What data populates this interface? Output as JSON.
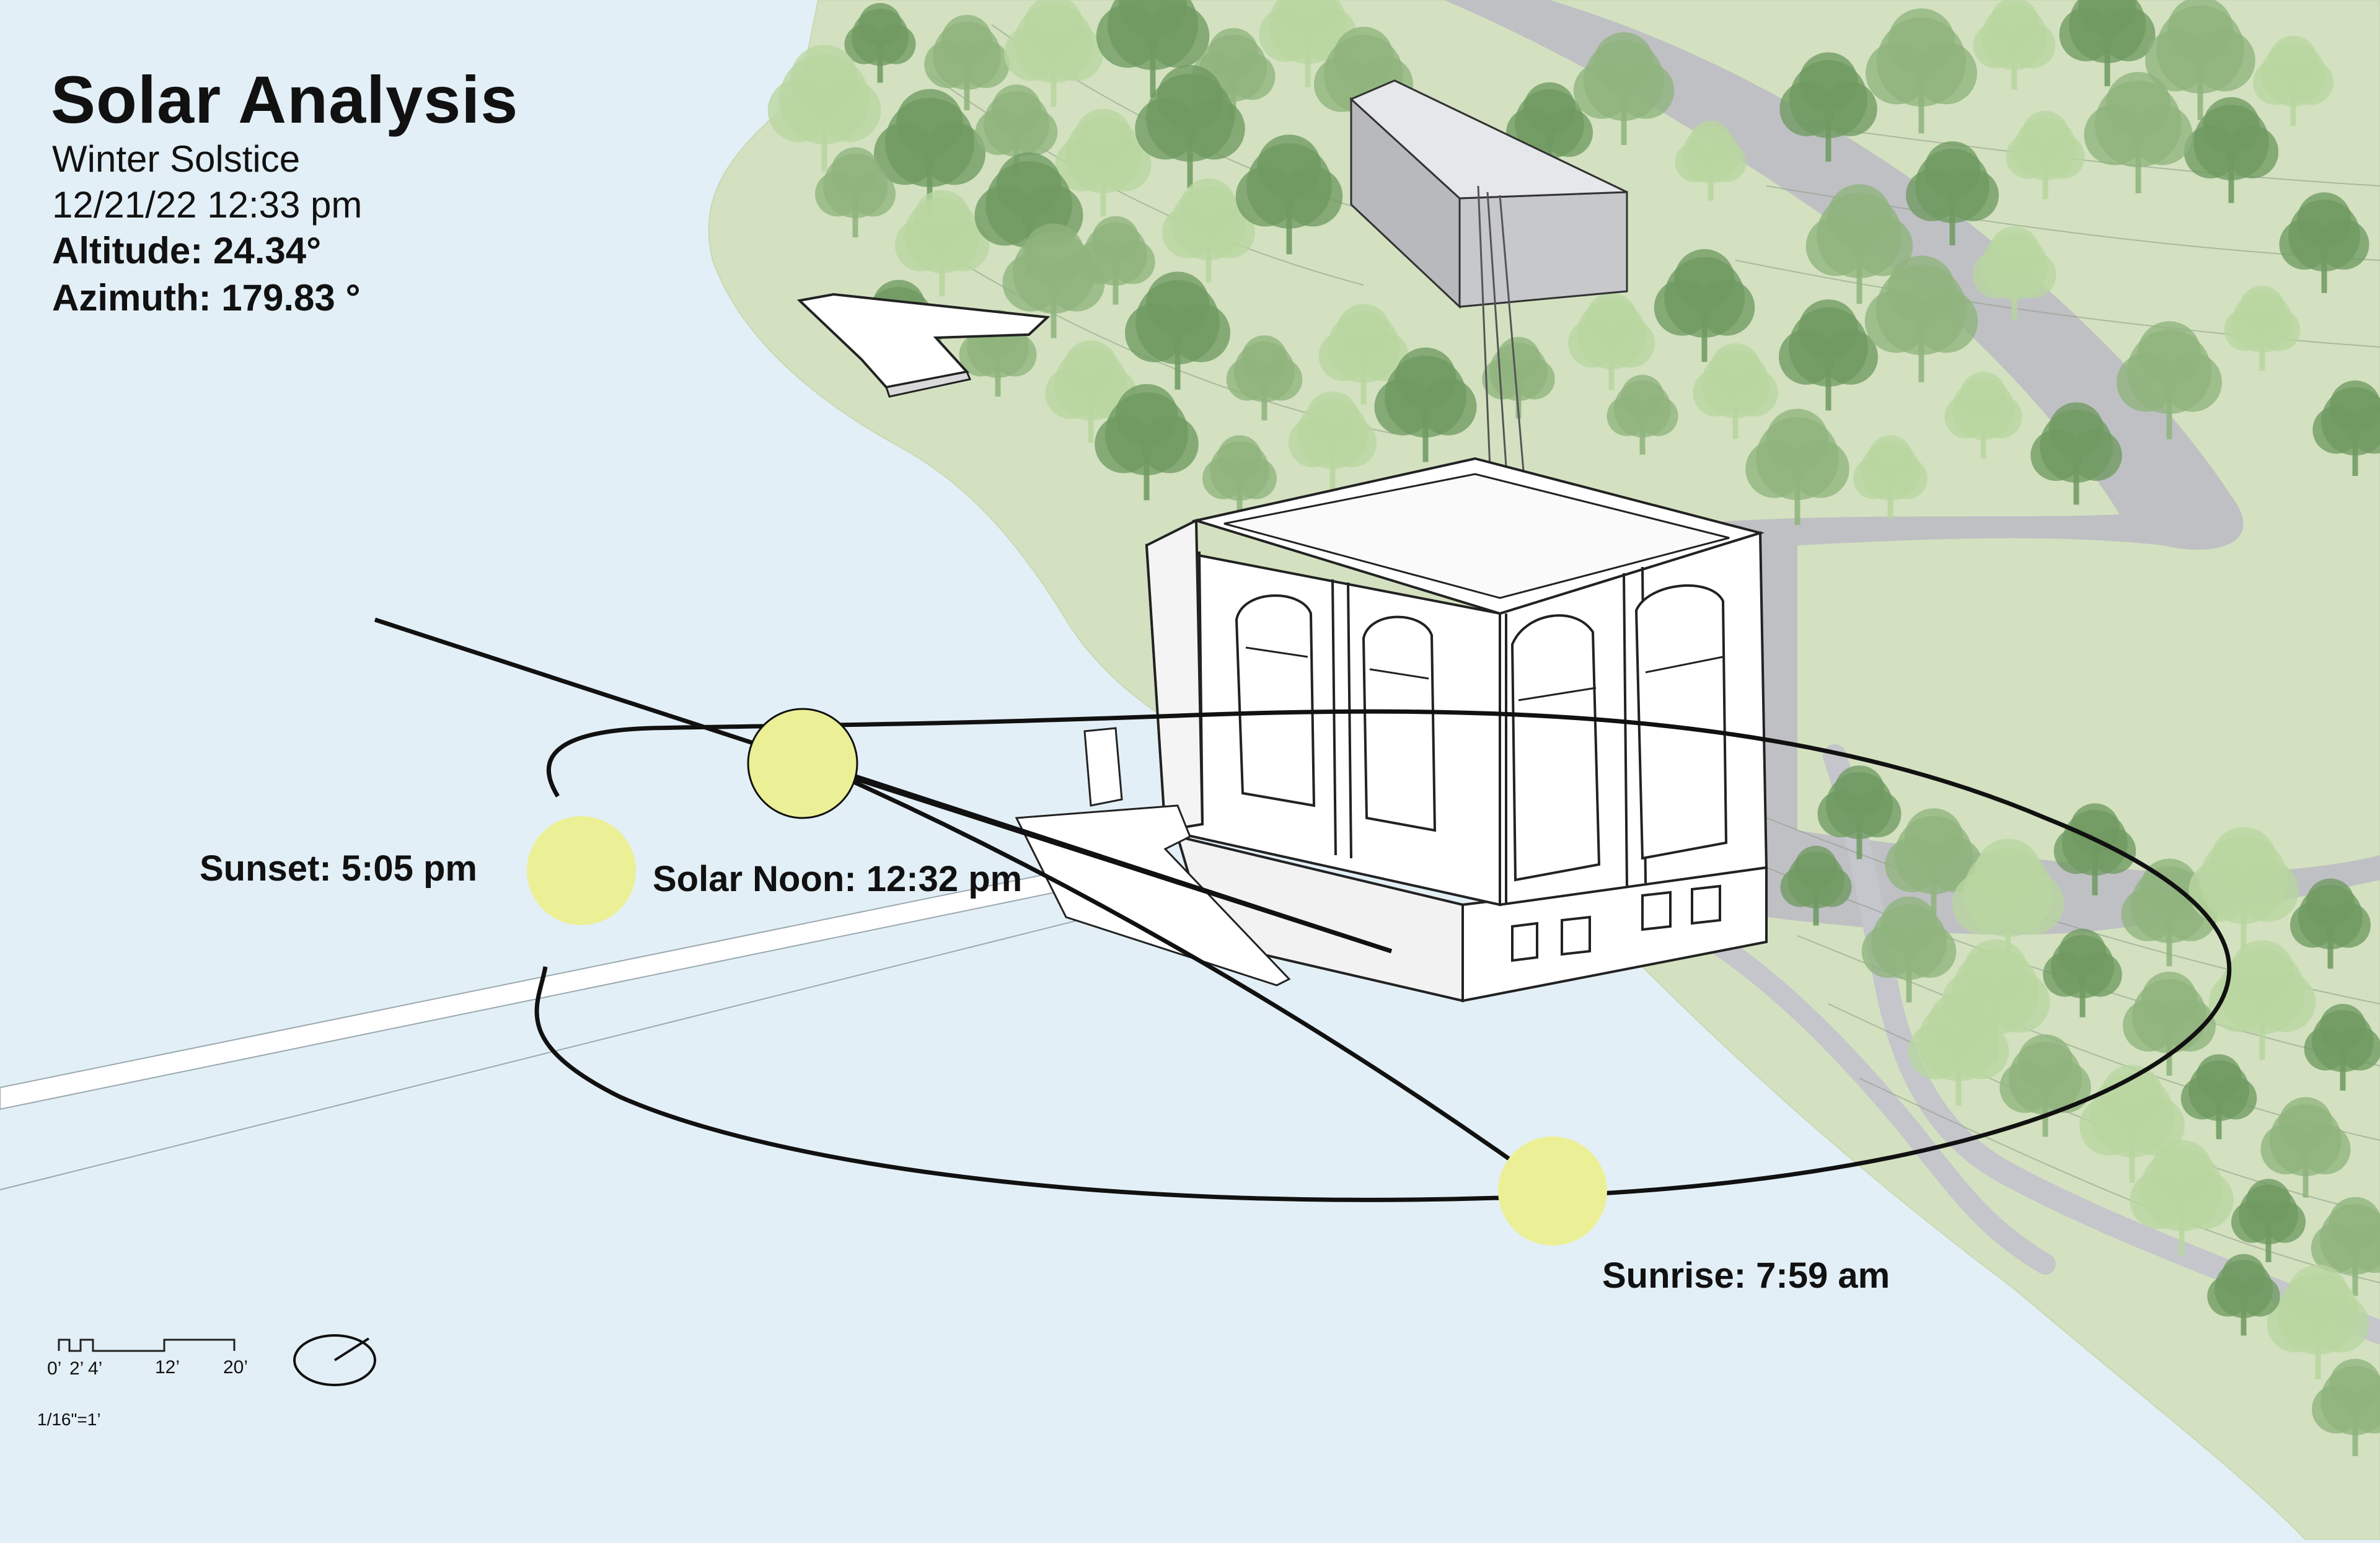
{
  "header": {
    "title": "Solar Analysis",
    "subtitle": "Winter Solstice",
    "datetime": "12/21/22 12:33 pm",
    "altitude": "Altitude: 24.34°",
    "azimuth": "Azimuth: 179.83 °"
  },
  "sun_positions": {
    "sunset": "Sunset: 5:05 pm",
    "solar_noon": "Solar Noon: 12:32 pm",
    "sunrise": "Sunrise: 7:59 am"
  },
  "scale_bar": {
    "ticks": [
      "0’",
      "2’",
      "4’",
      "12’",
      "20’"
    ],
    "ratio": "1/16\"=1’"
  },
  "colors": {
    "water": "#e3eff6",
    "land": "#d3e1c0",
    "tree_dark": "#6f9a62",
    "tree_mid": "#8fb47e",
    "tree_light": "#b9d6a0",
    "road": "#bfc0c4",
    "sun": "#ebf096",
    "building": "#ffffff",
    "ink": "#111111"
  },
  "icons": {
    "north_arrow": "north-arrow-icon",
    "scale": "scale-bar-icon"
  }
}
